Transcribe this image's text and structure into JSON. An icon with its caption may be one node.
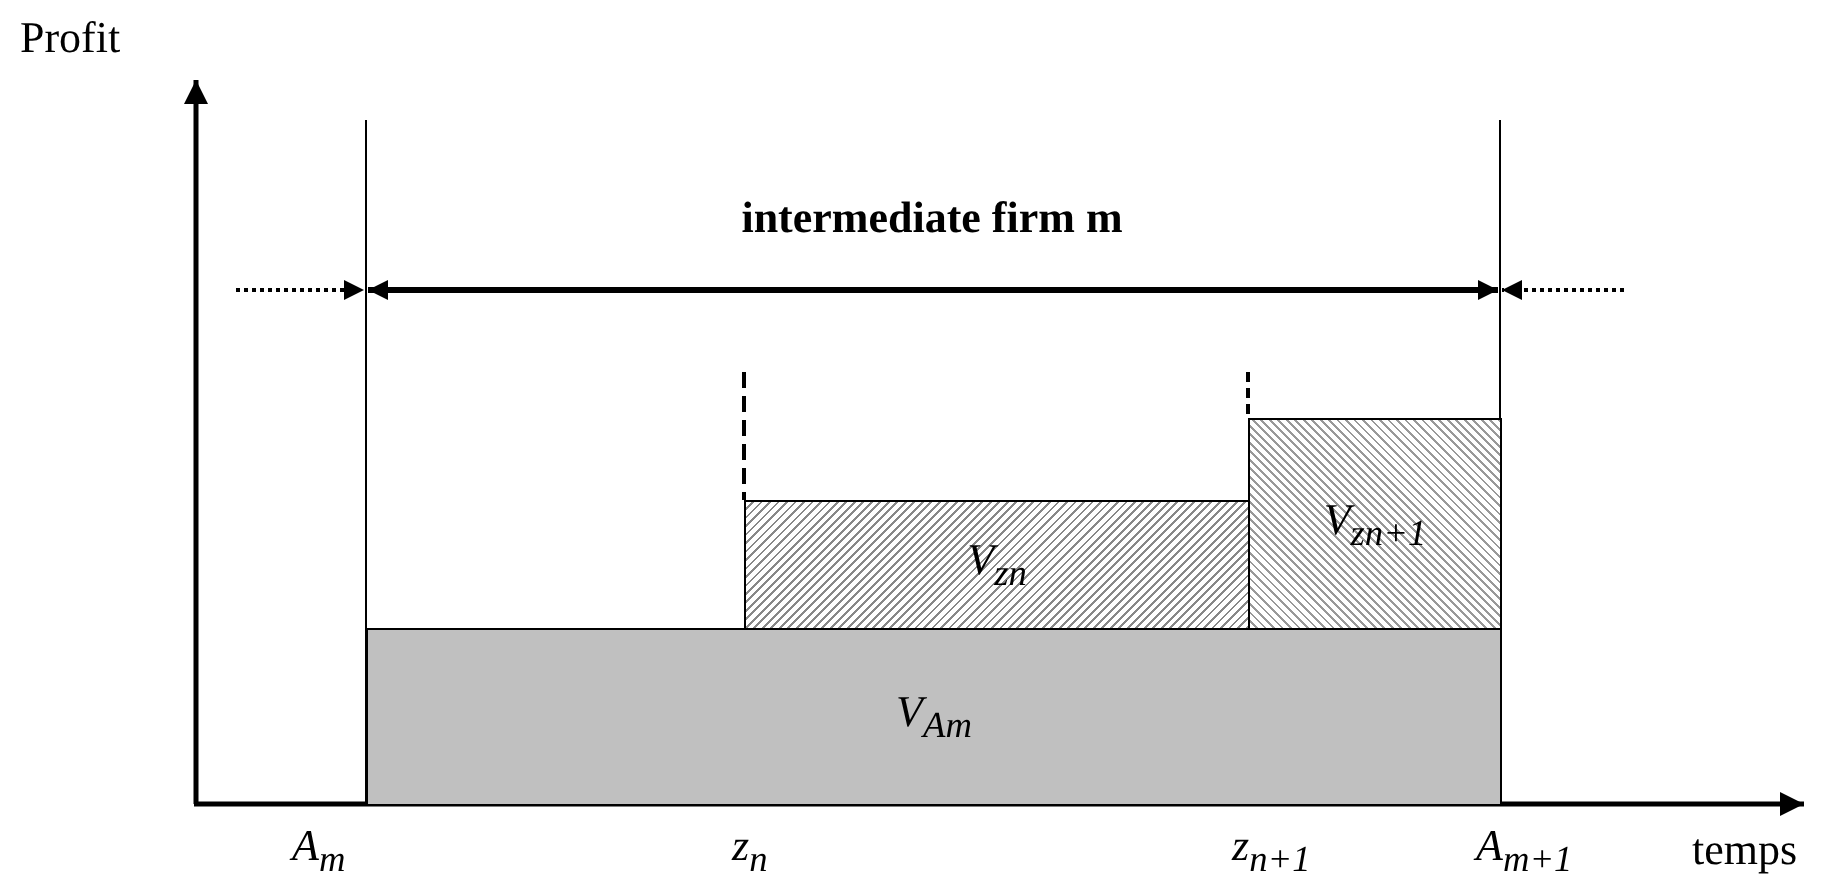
{
  "diagram": {
    "nodes": [
      {
        "text": [
          "V$_{zn}$"
        ]
      },
      {
        "text": [
          "V$_{zn+1}$"
        ]
      },
      {
        "text": [
          "V$_{Am}$"
        ]
      }
    ],
    "labels": [
      "Profit",
      "intermediate firm m",
      "A$_{m}$",
      "z$_{n}$",
      "z$_{n+1}$",
      "A$_{m+1}$",
      "temps"
    ]
  }
}
